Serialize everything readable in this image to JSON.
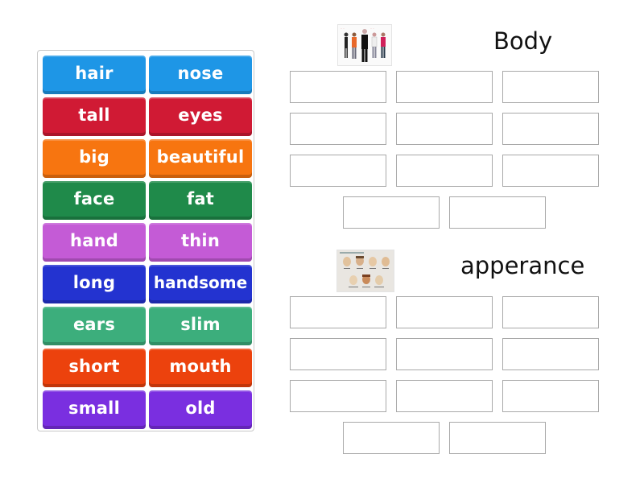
{
  "word_bank": {
    "tiles": [
      {
        "label": "hair",
        "color": "#1e96e6"
      },
      {
        "label": "nose",
        "color": "#1e96e6"
      },
      {
        "label": "tall",
        "color": "#d01a34"
      },
      {
        "label": "eyes",
        "color": "#d01a34"
      },
      {
        "label": "big",
        "color": "#f77510"
      },
      {
        "label": "beautiful",
        "color": "#f77510"
      },
      {
        "label": "face",
        "color": "#1f8a4a"
      },
      {
        "label": "fat",
        "color": "#1f8a4a"
      },
      {
        "label": "hand",
        "color": "#c45bd6"
      },
      {
        "label": "thin",
        "color": "#c45bd6"
      },
      {
        "label": "long",
        "color": "#2333d0"
      },
      {
        "label": "handsome",
        "color": "#2333d0"
      },
      {
        "label": "ears",
        "color": "#3cae7c"
      },
      {
        "label": "slim",
        "color": "#3cae7c"
      },
      {
        "label": "short",
        "color": "#ec420d"
      },
      {
        "label": "mouth",
        "color": "#ec420d"
      },
      {
        "label": "small",
        "color": "#7a2fe0"
      },
      {
        "label": "old",
        "color": "#7a2fe0"
      }
    ]
  },
  "groups": [
    {
      "title": "Body",
      "image": "people-full-body-thumbnail",
      "slot_count": 11
    },
    {
      "title": "apperance",
      "image": "faces-thumbnail",
      "slot_count": 11
    }
  ]
}
